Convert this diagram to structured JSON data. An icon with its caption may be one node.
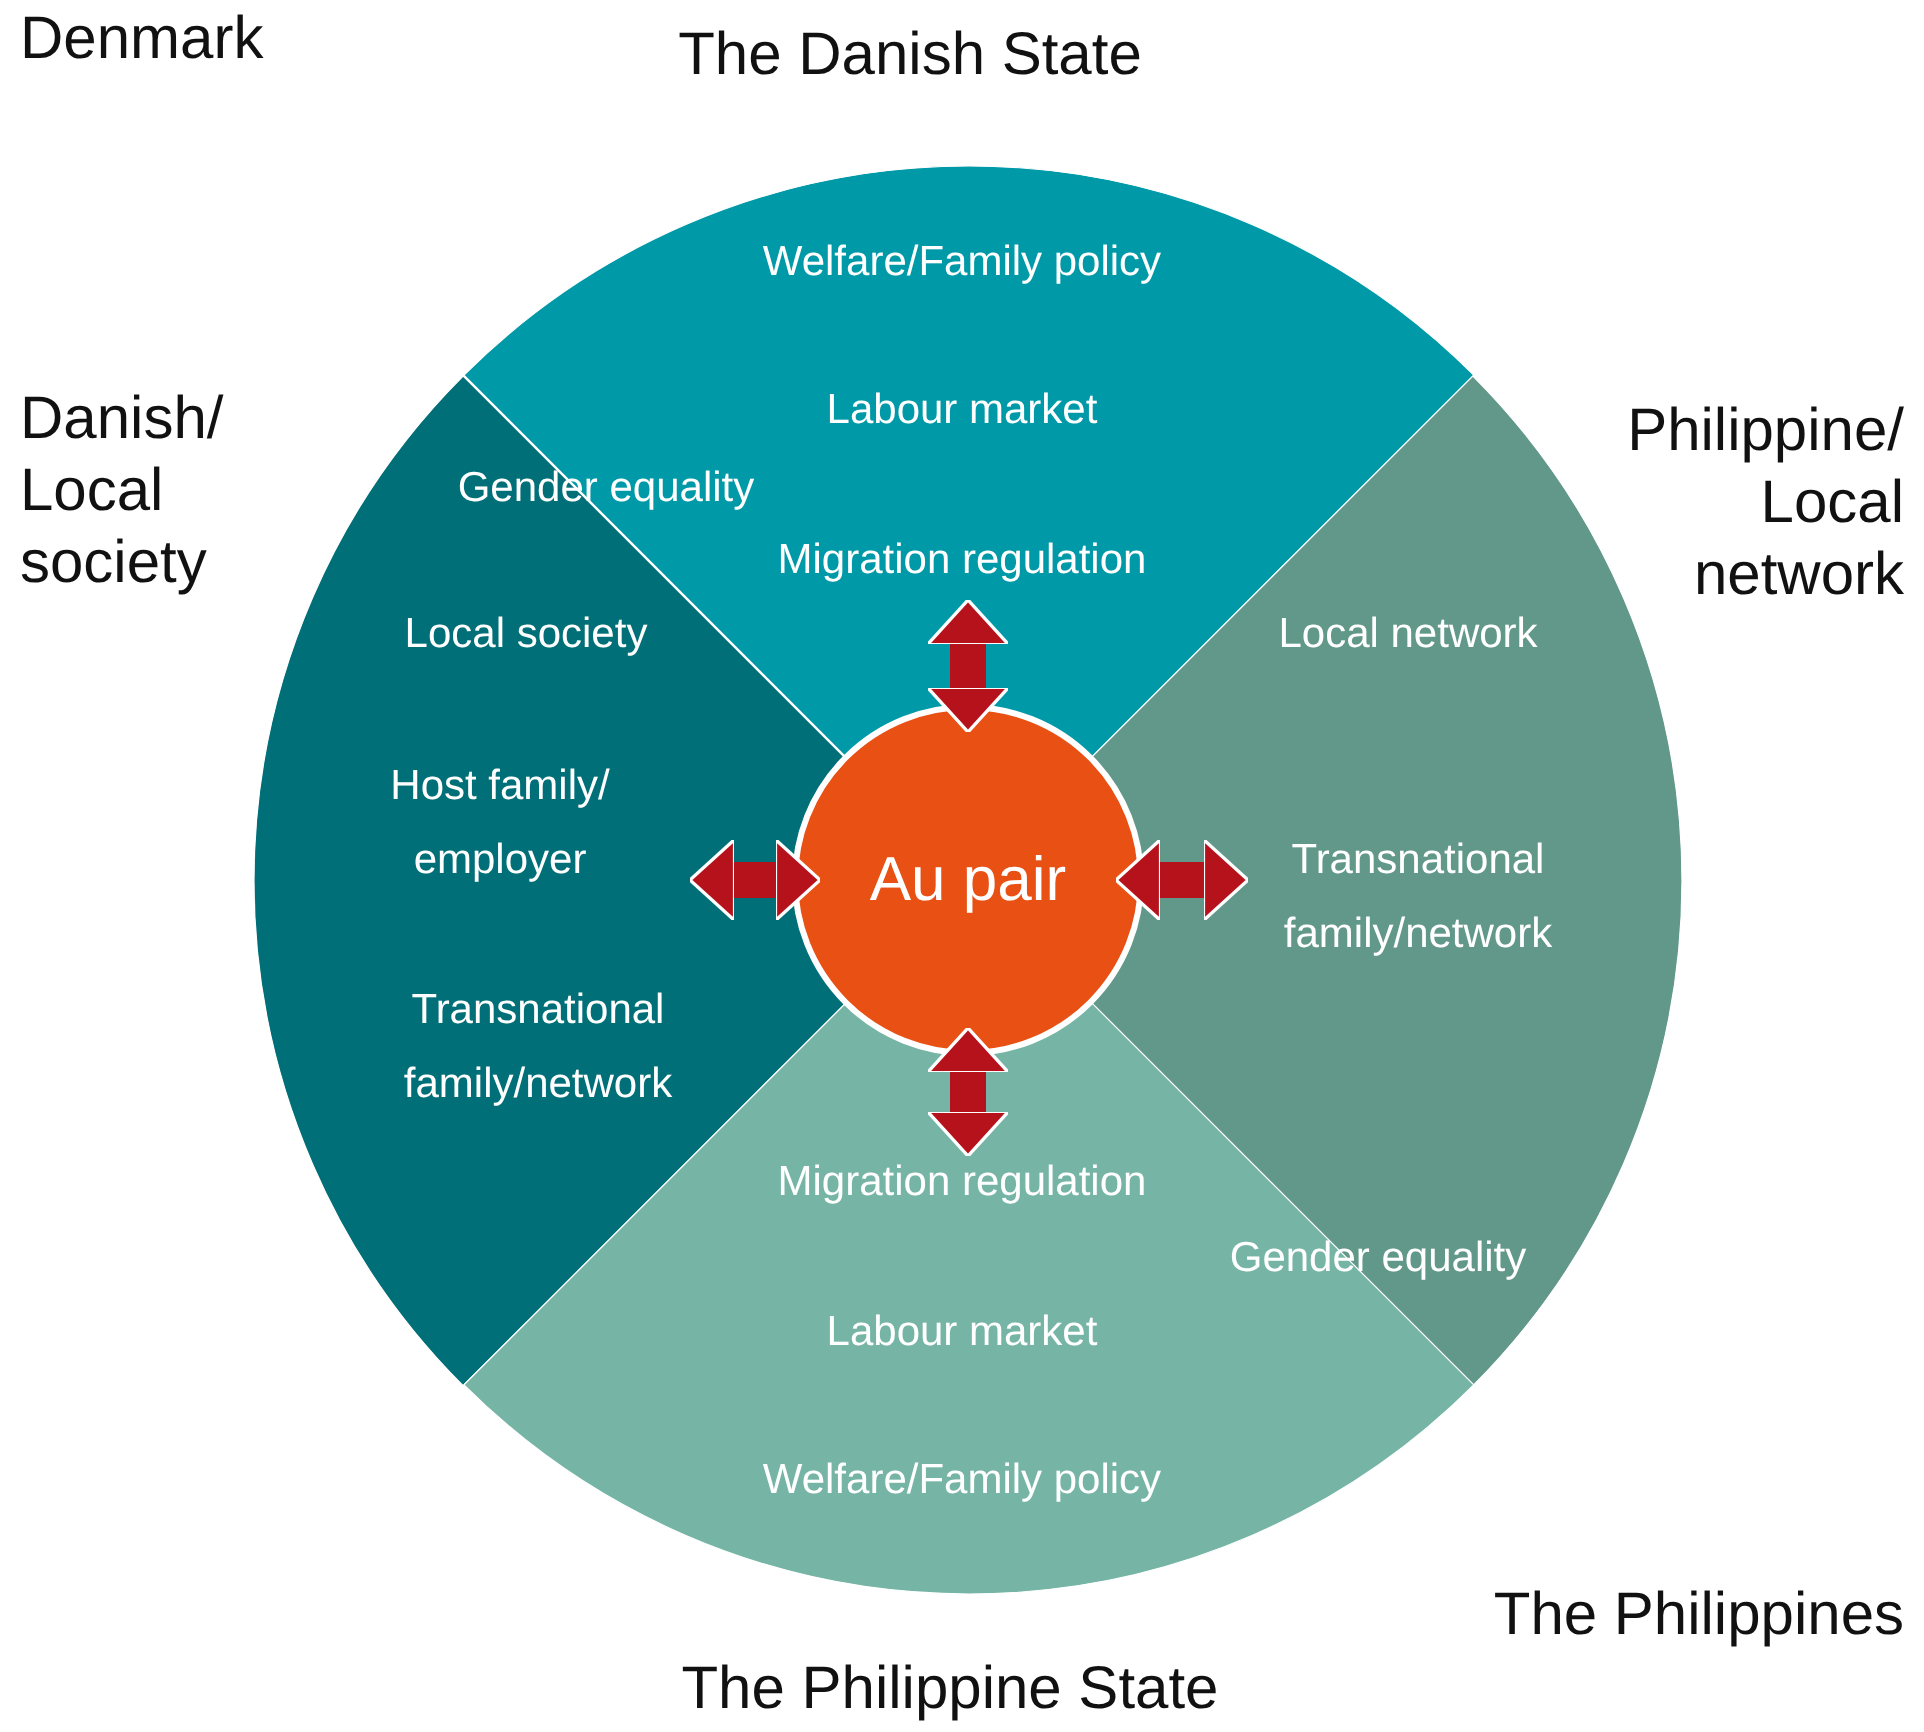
{
  "diagram": {
    "nodes": [
      {
        "text": [
          "The Danish State",
          "Welfare/Family policy",
          "Labour market",
          "Migration regulation",
          "Gender equality"
        ]
      },
      {
        "text": [
          "Danish/ Local society",
          "Local society",
          "Host family/ employer",
          "Transnational family/network"
        ]
      },
      {
        "text": [
          "Au pair"
        ]
      },
      {
        "text": [
          "Philippine/ Local network",
          "Local network",
          "Transnational family/network",
          "Gender equality"
        ]
      },
      {
        "text": [
          "Migration regulation",
          "Labour market",
          "Welfare/Family policy",
          "The Philippine State"
        ]
      }
    ],
    "edges": [
      {
        "from": 0,
        "to": 2,
        "arrow": "both"
      },
      {
        "from": 1,
        "to": 2,
        "arrow": "both"
      },
      {
        "from": 3,
        "to": 2,
        "arrow": "both"
      },
      {
        "from": 4,
        "to": 2,
        "arrow": "both"
      }
    ],
    "labels": [
      "Denmark",
      "The Philippines"
    ]
  }
}
